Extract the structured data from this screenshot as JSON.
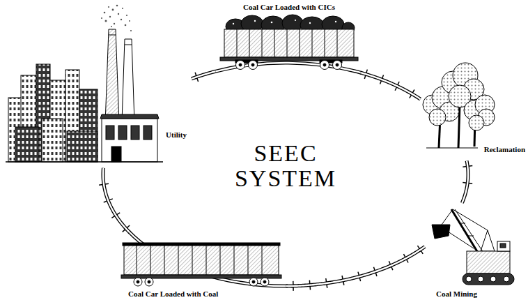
{
  "diagram": {
    "title": "SEEC SYSTEM",
    "nodes": [
      {
        "text": [
          "Coal Car Loaded with CICs"
        ]
      },
      {
        "text": [
          "Utility"
        ]
      },
      {
        "text": [
          "Reclamation"
        ]
      },
      {
        "text": [
          "Coal Mining"
        ]
      },
      {
        "text": [
          "Coal Car Loaded with Coal"
        ]
      }
    ],
    "edges": [
      {
        "from": 1,
        "to": 0,
        "arrow": "none"
      },
      {
        "from": 0,
        "to": 2,
        "arrow": "none"
      },
      {
        "from": 2,
        "to": 3,
        "arrow": "none"
      },
      {
        "from": 3,
        "to": 4,
        "arrow": "none"
      },
      {
        "from": 4,
        "to": 1,
        "arrow": "none"
      }
    ]
  }
}
